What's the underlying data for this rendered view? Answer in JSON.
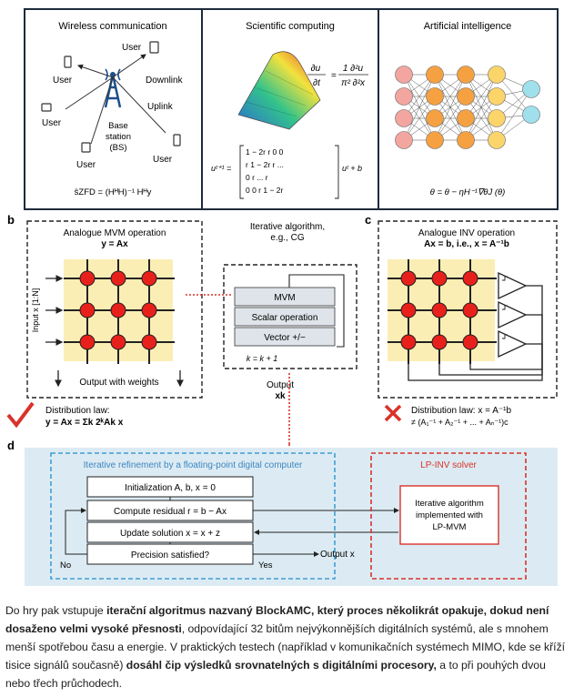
{
  "panel_a": {
    "wireless": {
      "title": "Wireless communication",
      "users": [
        "User",
        "User",
        "User",
        "User",
        "User"
      ],
      "downlink": "Downlink",
      "uplink": "Uplink",
      "bs_line1": "Base",
      "bs_line2": "station",
      "bs_line3": "(BS)",
      "formula": "ŝZFD = (HᴴH)⁻¹ Hᴴy"
    },
    "scientific": {
      "title": "Scientific computing",
      "pde_lhs_num": "∂u",
      "pde_lhs_den": "∂t",
      "pde_rhs_num": "1  ∂²u",
      "pde_rhs_den": "π²  ∂²x",
      "matrix_rows": [
        "1 − 2r     r        0       0",
        "  r     1 − 2r     r      ...",
        "  0        r       ...      r",
        "  0        0        r   1 − 2r"
      ],
      "matrix_lhs": "uᵗ⁺¹ =",
      "matrix_rhs": "uᵗ + b"
    },
    "ai": {
      "title": "Artificial intelligence",
      "formula": "θ = θ − ηH⁻¹∇θJ (θ)"
    }
  },
  "panel_b": {
    "label": "b",
    "title": "Analogue MVM operation",
    "eq": "y = Ax",
    "input_label": "Input x [1:N]",
    "output_label": "Output with weights",
    "law_title": "Distribution law:",
    "law_eq": "y = Ax = Σk 2ᵏAk x"
  },
  "middle": {
    "title_line1": "Iterative algorithm,",
    "title_line2": "e.g., CG",
    "box1": "MVM",
    "box2": "Scalar operation",
    "box3": "Vector +/−",
    "loop_label": "k = k + 1",
    "output_label": "Output",
    "output_var": "xk"
  },
  "panel_c": {
    "label": "c",
    "title": "Analogue INV operation",
    "eq": "Ax = b, i.e., x = A⁻¹b",
    "law_title": "Distribution law: x = A⁻¹b",
    "law_eq": "≠ (A₁⁻¹ + A₂⁻¹ + ... + Aₙ⁻¹)c"
  },
  "panel_d": {
    "label": "d",
    "title": "Iterative refinement by a floating-point digital computer",
    "steps": [
      "Initialization A, b, x = 0",
      "Compute residual r = b − Ax",
      "Update solution x = x + z",
      "Precision satisfied?"
    ],
    "no_label": "No",
    "yes_label": "Yes",
    "output_label": "Output x",
    "lp_title": "LP-INV solver",
    "lp_box": [
      "Iterative algorithm",
      "implemented with",
      "LP-MVM"
    ]
  },
  "colors": {
    "node_red": "#e8201c",
    "grid_bg": "#fbeeb4",
    "panel_d_bg": "#dcebf3",
    "blue_dash": "#3e9ed6",
    "red_dash": "#d9322a",
    "nn_pink": "#f3a6a0",
    "nn_orange": "#f5a142",
    "nn_yellow": "#fbd46a",
    "nn_cyan": "#9fe0ec"
  },
  "caption": {
    "p1": "Do hry pak vstupuje ",
    "b1": "iterační algoritmus nazvaný BlockAMC, který proces několikrát opakuje, dokud není dosaženo velmi vysoké přesnosti",
    "p2": ", odpovídající 32 bitům nejvýkonnějších digitálních systémů, ale s mnohem menší spotřebou času a energie. V praktických testech (například v komunikačních systémech MIMO, kde se kříží tisice signálů současně) ",
    "b2": "dosáhl čip výsledků srovnatelných s digitálními procesory,",
    "p3": " a to při pouhých dvou nebo třech průchodech."
  }
}
